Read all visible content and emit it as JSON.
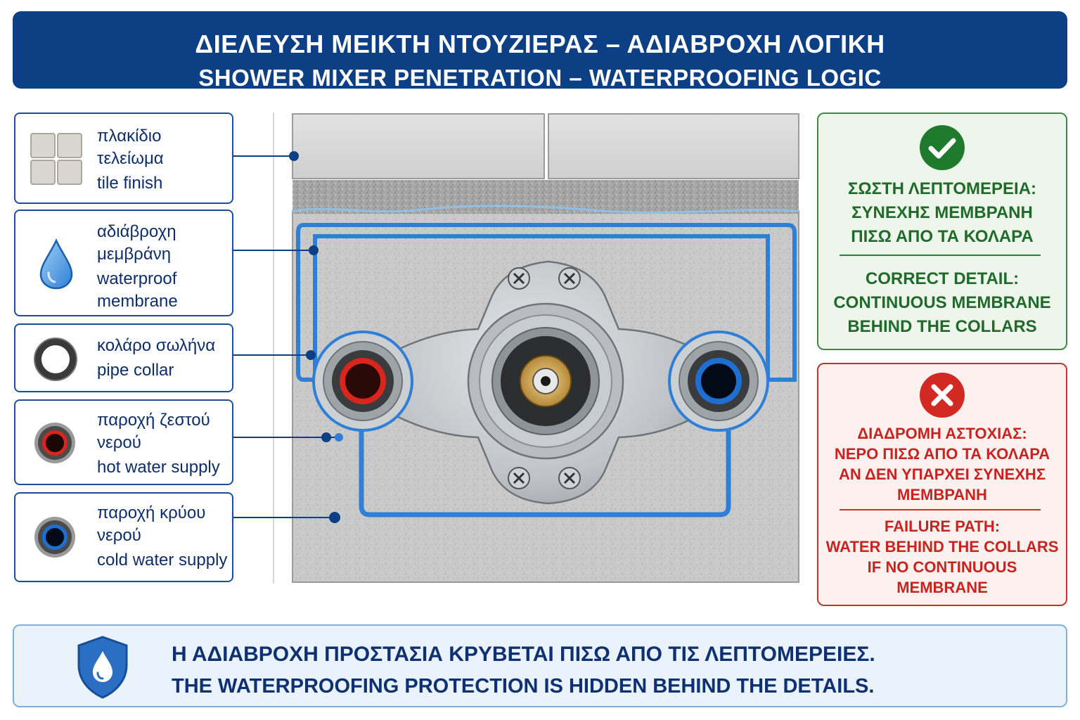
{
  "header": {
    "title_el": "ΔΙΕΛΕΥΣΗ ΜΕΙΚΤΗ ΝΤΟΥΖΙΕΡΑΣ – ΑΔΙΑΒΡΟΧΗ ΛΟΓΙΚΗ",
    "title_en": "SHOWER MIXER PENETRATION – WATERPROOFING LOGIC"
  },
  "legend": [
    {
      "icon": "tile-icon",
      "el_1": "πλακίδιο",
      "el_2": "τελείωμα",
      "en": "tile finish"
    },
    {
      "icon": "water-drop-icon",
      "el_1": "αδιάβροχη",
      "el_2": "μεμβράνη",
      "en_1": "waterproof",
      "en_2": "membrane"
    },
    {
      "icon": "pipe-collar-icon",
      "el_1": "κολάρο σωλήνα",
      "en": "pipe collar"
    },
    {
      "icon": "hot-pipe-icon",
      "el_1": "παροχή ζεστού",
      "el_2": "νερού",
      "en": "hot water supply"
    },
    {
      "icon": "cold-pipe-icon",
      "el_1": "παροχή κρύου",
      "el_2": "νερού",
      "en": "cold water supply"
    }
  ],
  "correct": {
    "icon": "checkmark-icon",
    "color": "#1e6b2a",
    "el_1": "ΣΩΣΤΗ ΛΕΠΤΟΜΕΡΕΙΑ:",
    "el_2": "ΣΥΝΕΧΗΣ ΜΕΜΒΡΑΝΗ",
    "el_3": "ΠΙΣΩ ΑΠΟ ΤΑ ΚΟΛΑΡΑ",
    "en_1": "CORRECT DETAIL:",
    "en_2": "CONTINUOUS MEMBRANE",
    "en_3": "BEHIND THE COLLARS"
  },
  "failure": {
    "icon": "cross-icon",
    "color": "#c8241f",
    "el_1": "ΔΙΑΔΡΟΜΗ ΑΣΤΟΧΙΑΣ:",
    "el_2": "ΝΕΡΟ ΠΙΣΩ ΑΠΟ ΤΑ ΚΟΛΑΡΑ",
    "el_3": "ΑΝ ΔΕΝ ΥΠΑΡΧΕΙ ΣΥΝΕΧΗΣ",
    "el_4": "ΜΕΜΒΡΑΝΗ",
    "en_1": "FAILURE PATH:",
    "en_2": "WATER BEHIND THE COLLARS",
    "en_3": "IF NO CONTINUOUS",
    "en_4": "MEMBRANE"
  },
  "footer": {
    "icon": "shield-water-icon",
    "text_el": "Η ΑΔΙΑΒΡΟΧΗ ΠΡΟΣΤΑΣΙΑ ΚΡΥΒΕΤΑΙ ΠΙΣΩ ΑΠΟ ΤΙΣ ΛΕΠΤΟΜΕΡΕΙΕΣ.",
    "text_en": "THE WATERPROOFING PROTECTION IS HIDDEN BEHIND THE DETAILS."
  },
  "colors": {
    "header": "#0d3f84",
    "membrane": "#2f7fd6",
    "hot": "#d8261c",
    "cold": "#1f6fd1"
  }
}
